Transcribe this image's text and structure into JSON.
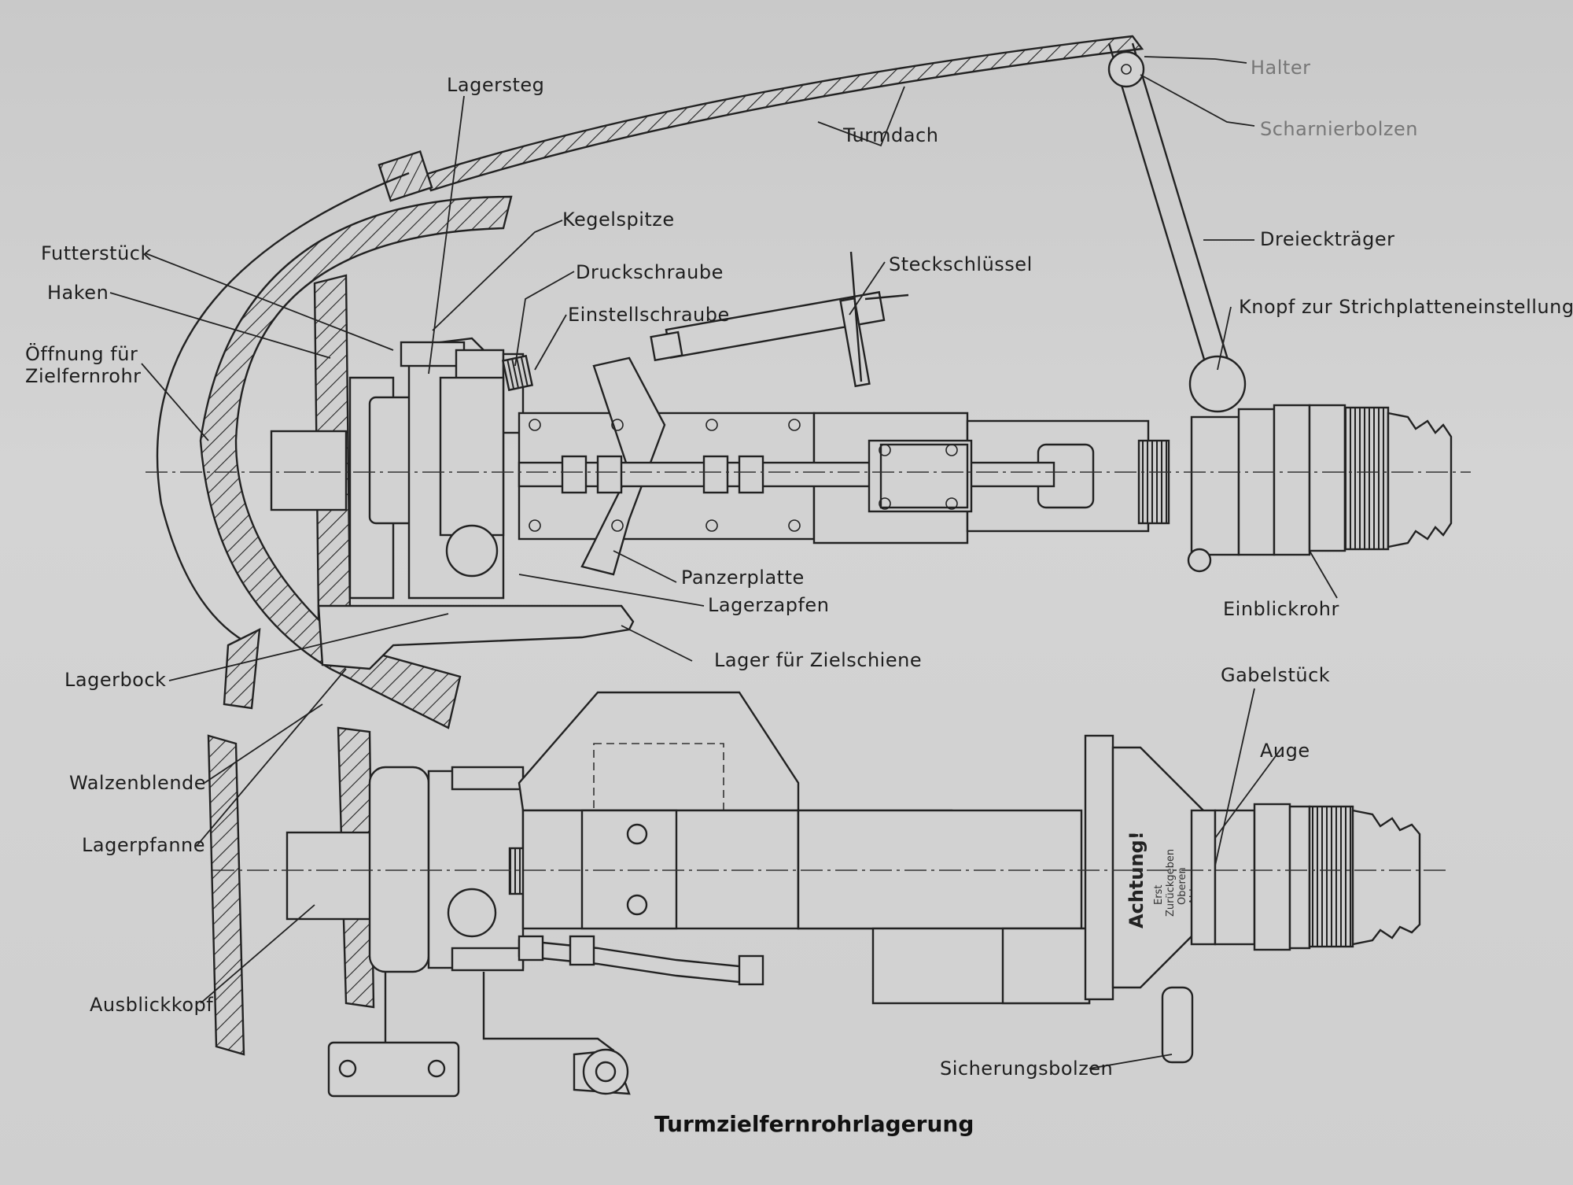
{
  "caption": "Turmzielfernrohrlagerung",
  "labels": {
    "lagersteg": "Lagersteg",
    "turmdach": "Turmdach",
    "halter": "Halter",
    "scharnierbolzen": "Scharnierbolzen",
    "dreiecktraeger": "Dreieckträger",
    "kegelspitze": "Kegelspitze",
    "futterstueck": "Futterstück",
    "druckschraube": "Druckschraube",
    "haken": "Haken",
    "einstellschraube": "Einstellschraube",
    "steckschluessel": "Steckschlüssel",
    "knopf": "Knopf zur Strichplatteneinstellung",
    "oeffnung_line1": "Öffnung für",
    "oeffnung_line2": "Zielfernrohr",
    "panzerplatte": "Panzerplatte",
    "lagerzapfen": "Lagerzapfen",
    "einblickrohr": "Einblickrohr",
    "lagerbock": "Lagerbock",
    "lager_zielschiene": "Lager für Zielschiene",
    "gabelstueck": "Gabelstück",
    "auge": "Auge",
    "walzenblende": "Walzenblende",
    "lagerpfanne": "Lagerpfanne",
    "ausblickkopf": "Ausblickkopf",
    "sicherungsbolzen": "Sicherungsbolzen"
  },
  "stamp": {
    "title": "Achtung!",
    "line1": "Erst",
    "line2": "Zurückgeben",
    "line3": "Oberen",
    "line4": "Ablesen"
  }
}
